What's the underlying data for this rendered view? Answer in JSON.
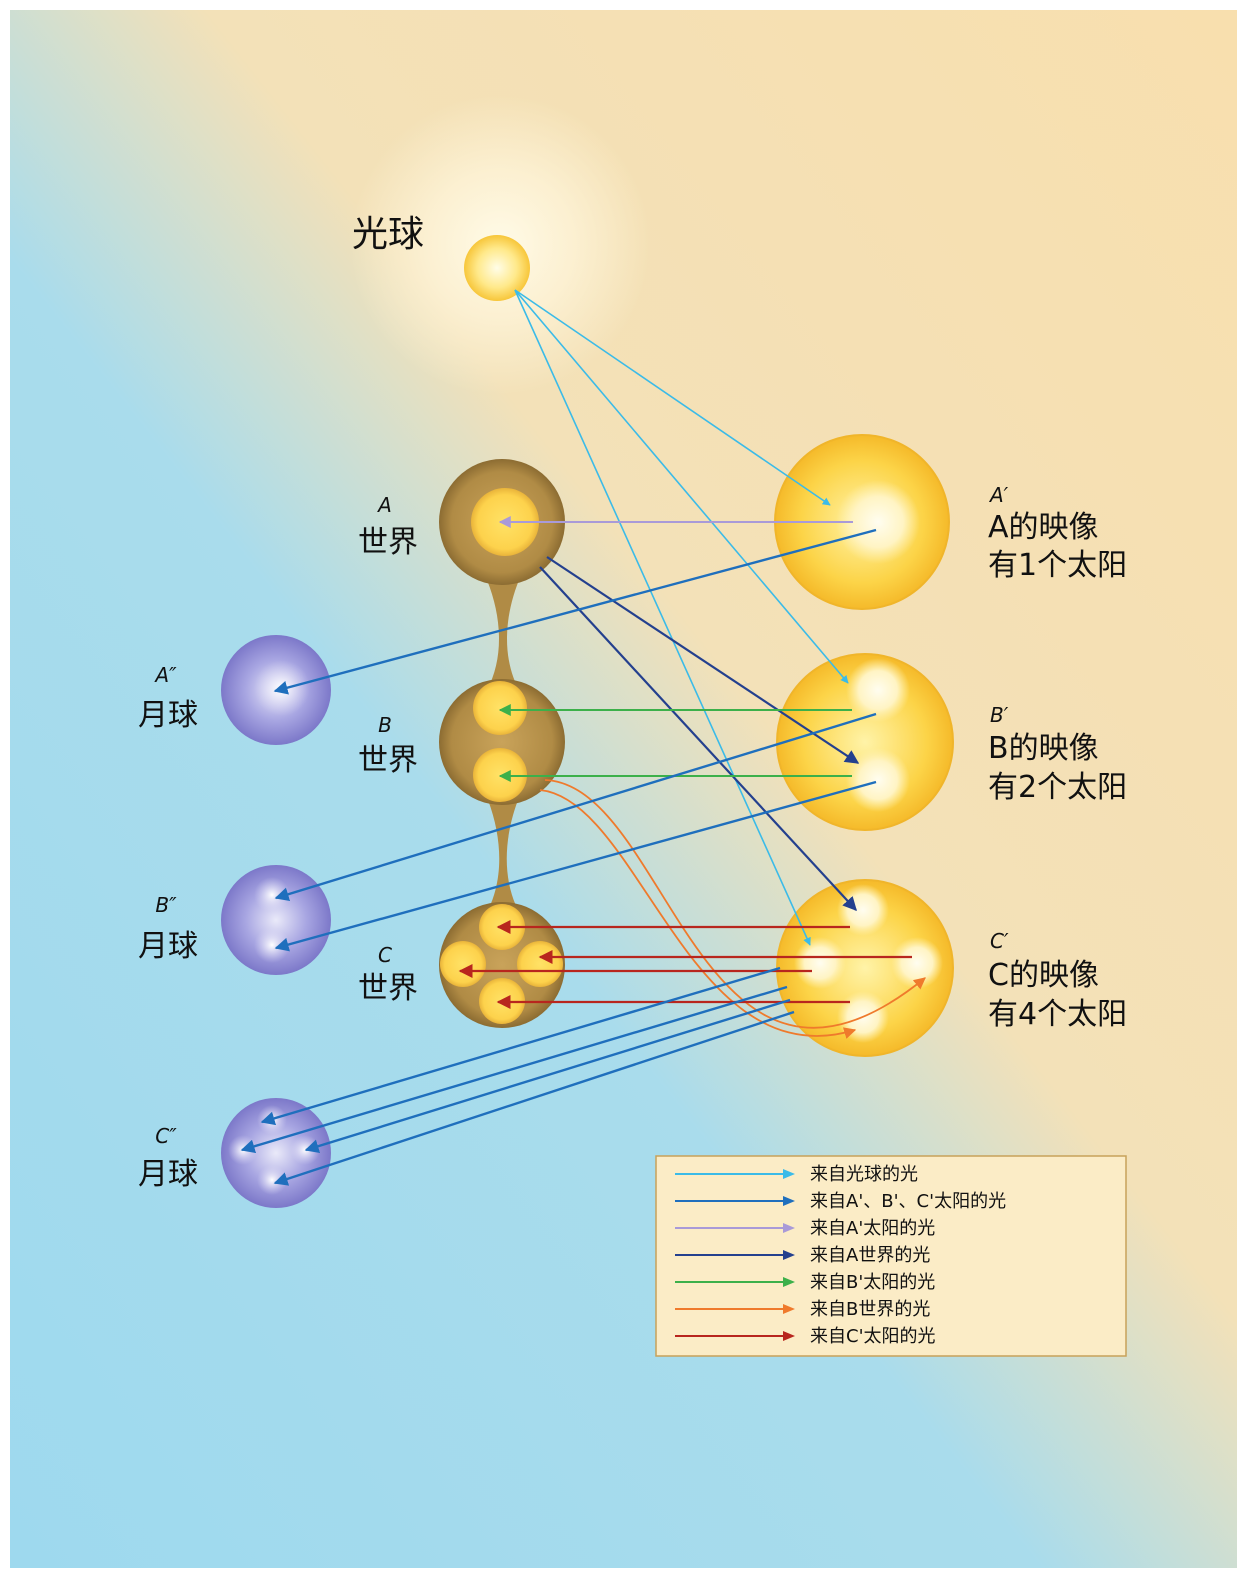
{
  "title": "光球",
  "worlds": [
    {
      "letter": "A",
      "label": "世界"
    },
    {
      "letter": "B",
      "label": "世界"
    },
    {
      "letter": "C",
      "label": "世界"
    }
  ],
  "images": [
    {
      "letter": "A′",
      "line1": "A的映像",
      "line2": "有1个太阳"
    },
    {
      "letter": "B′",
      "line1": "B的映像",
      "line2": "有2个太阳"
    },
    {
      "letter": "C′",
      "line1": "C的映像",
      "line2": "有4个太阳"
    }
  ],
  "moons": [
    {
      "letter": "A″",
      "label": "月球"
    },
    {
      "letter": "B″",
      "label": "月球"
    },
    {
      "letter": "C″",
      "label": "月球"
    }
  ],
  "legend": [
    {
      "label": "来自光球的光",
      "color": "#3bbbe8"
    },
    {
      "label": "来自A'、B'、C'太阳的光",
      "color": "#1f6fbd"
    },
    {
      "label": "来自A'太阳的光",
      "color": "#a99ad8"
    },
    {
      "label": "来自A世界的光",
      "color": "#24408e"
    },
    {
      "label": "来自B'太阳的光",
      "color": "#3cb04a"
    },
    {
      "label": "来自B世界的光",
      "color": "#ef7a2c"
    },
    {
      "label": "来自C'太阳的光",
      "color": "#b8261e"
    }
  ]
}
